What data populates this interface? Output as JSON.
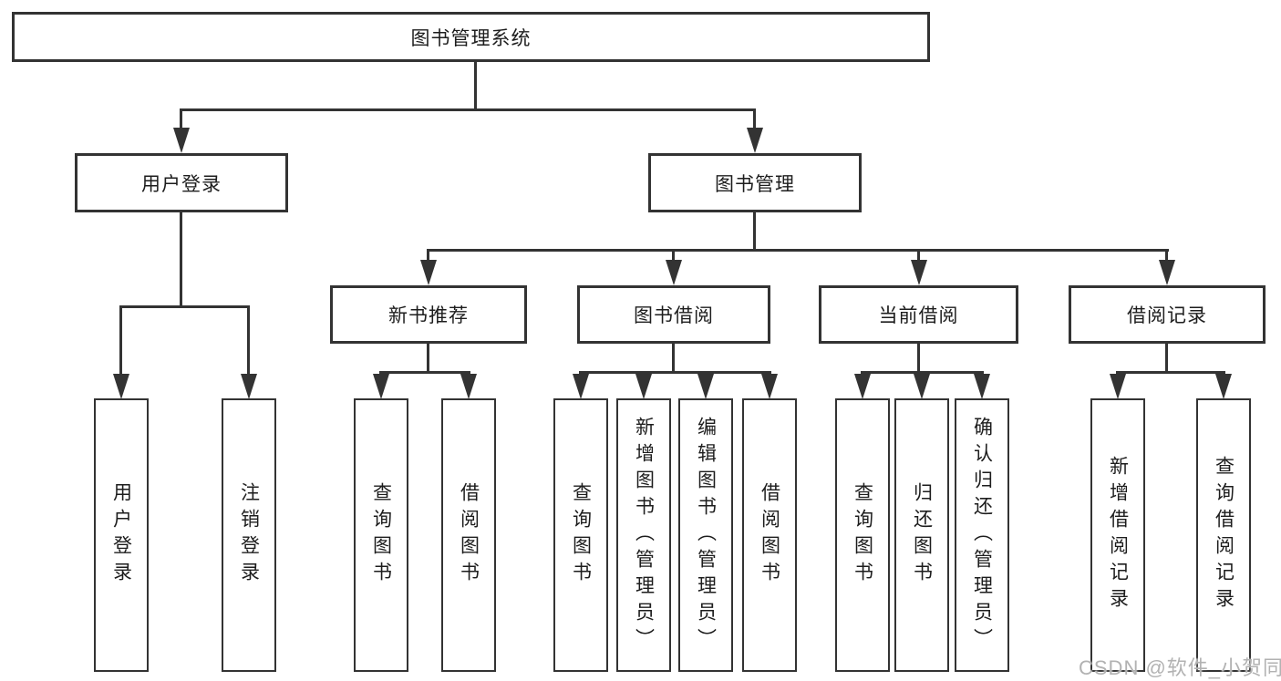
{
  "diagram": {
    "root": {
      "label": "图书管理系统"
    },
    "level2": {
      "user_login": {
        "label": "用户登录"
      },
      "book_mgmt": {
        "label": "图书管理"
      }
    },
    "level3": {
      "new_book": {
        "label": "新书推荐"
      },
      "book_borrow": {
        "label": "图书借阅"
      },
      "current_borrow": {
        "label": "当前借阅"
      },
      "borrow_record": {
        "label": "借阅记录"
      }
    },
    "leaves": {
      "g1": [
        "用户登录",
        "注销登录"
      ],
      "g2": [
        "查询图书",
        "借阅图书"
      ],
      "g3": [
        "查询图书",
        "新增图书（管理员）",
        "编辑图书（管理员）",
        "借阅图书"
      ],
      "g4": [
        "查询图书",
        "归还图书",
        "确认归还（管理员）"
      ],
      "g5": [
        "新增借阅记录",
        "查询借阅记录"
      ]
    },
    "watermark": "CSDN @软件_小贺同学",
    "colors": {
      "line": "#333333",
      "text": "#1d1d1d",
      "watermark": "#b2b2b2",
      "background": "#ffffff"
    }
  }
}
